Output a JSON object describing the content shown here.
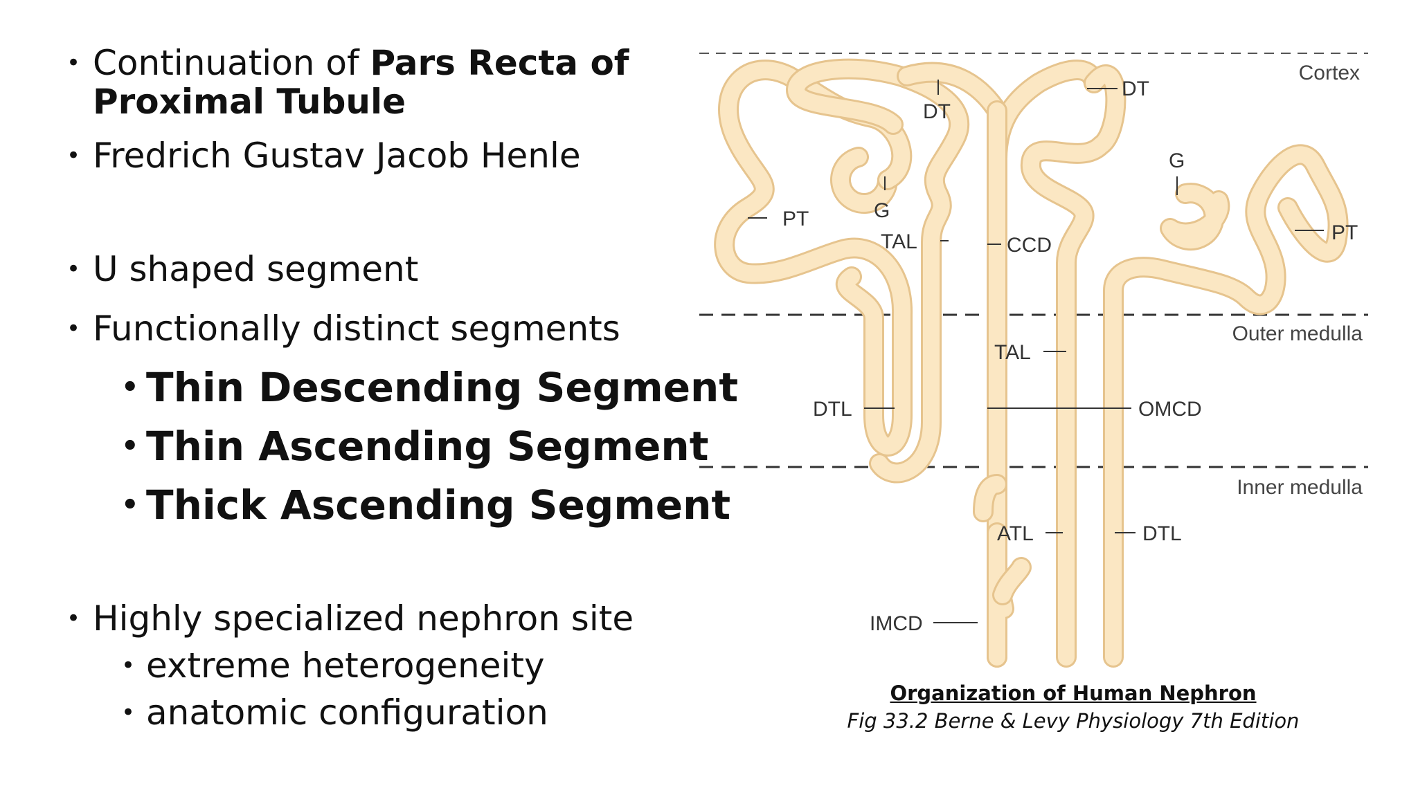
{
  "bullets": {
    "b1_prefix": "Continuation of ",
    "b1_bold_line1": "Pars Recta of",
    "b1_bold_line2": "Proximal Tubule",
    "b2": "Fredrich Gustav Jacob Henle",
    "b3": "U shaped segment",
    "b4": "Functionally distinct segments",
    "sub1": "Thin Descending Segment",
    "sub2": "Thin Ascending Segment",
    "sub3": "Thick Ascending Segment",
    "b5": "Highly specialized nephron site",
    "sub4": "extreme heterogeneity",
    "sub5": "anatomic configuration"
  },
  "figure": {
    "zones": {
      "cortex": "Cortex",
      "outer_medulla": "Outer medulla",
      "inner_medulla": "Inner medulla"
    },
    "labels": {
      "pt_left": "PT",
      "pt_right": "PT",
      "g_left": "G",
      "g_right": "G",
      "dt_center": "DT",
      "dt_right": "DT",
      "tal_upper": "TAL",
      "ccd": "CCD",
      "tal_lower": "TAL",
      "dtl_left": "DTL",
      "omcd": "OMCD",
      "atl": "ATL",
      "dtl_right": "DTL",
      "imcd": "IMCD"
    },
    "tube_color": "#fbe7c3",
    "tube_outline": "#e6c48e"
  },
  "caption": {
    "title": "Organization of Human Nephron",
    "source": "Fig 33.2  Berne & Levy Physiology 7th Edition"
  }
}
